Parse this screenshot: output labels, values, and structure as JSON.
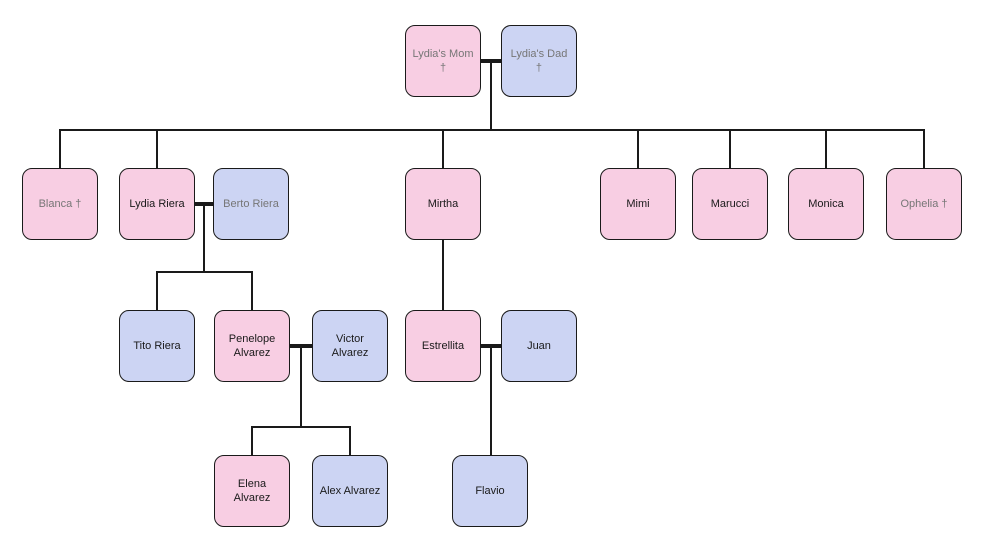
{
  "colors": {
    "female_fill": "#f8cee3",
    "male_fill": "#ccd4f3",
    "border_color": "#1a1a1a",
    "line_color": "#1a1a1a",
    "text_color": "#1a1a1a",
    "deceased_text": "#767676"
  },
  "nodes": [
    {
      "id": "lydias-mom",
      "label": "Lydia's Mom\n†",
      "color": "pink",
      "muted": true
    },
    {
      "id": "lydias-dad",
      "label": "Lydia's Dad\n†",
      "color": "blue",
      "muted": true
    },
    {
      "id": "blanca",
      "label": "Blanca †",
      "color": "pink",
      "muted": true
    },
    {
      "id": "lydia-riera",
      "label": "Lydia Riera",
      "color": "pink",
      "muted": false
    },
    {
      "id": "berto-riera",
      "label": "Berto Riera",
      "color": "blue",
      "muted": true
    },
    {
      "id": "mirtha",
      "label": "Mirtha",
      "color": "pink",
      "muted": false
    },
    {
      "id": "mimi",
      "label": "Mimi",
      "color": "pink",
      "muted": false
    },
    {
      "id": "marucci",
      "label": "Marucci",
      "color": "pink",
      "muted": false
    },
    {
      "id": "monica",
      "label": "Monica",
      "color": "pink",
      "muted": false
    },
    {
      "id": "ophelia",
      "label": "Ophelia †",
      "color": "pink",
      "muted": true
    },
    {
      "id": "tito-riera",
      "label": "Tito Riera",
      "color": "blue",
      "muted": false
    },
    {
      "id": "penelope-alvarez",
      "label": "Penelope\nAlvarez",
      "color": "pink",
      "muted": false
    },
    {
      "id": "victor-alvarez",
      "label": "Victor\nAlvarez",
      "color": "blue",
      "muted": false
    },
    {
      "id": "estrellita",
      "label": "Estrellita",
      "color": "pink",
      "muted": false
    },
    {
      "id": "juan",
      "label": "Juan",
      "color": "blue",
      "muted": false
    },
    {
      "id": "elena-alvarez",
      "label": "Elena\nAlvarez",
      "color": "pink",
      "muted": false
    },
    {
      "id": "alex-alvarez",
      "label": "Alex Alvarez",
      "color": "blue",
      "muted": false
    },
    {
      "id": "flavio",
      "label": "Flavio",
      "color": "blue",
      "muted": false
    }
  ],
  "relations": {
    "couples": [
      [
        "Lydia's Mom †",
        "Lydia's Dad †"
      ],
      [
        "Lydia Riera",
        "Berto Riera"
      ],
      [
        "Penelope Alvarez",
        "Victor Alvarez"
      ],
      [
        "Estrellita",
        "Juan"
      ]
    ],
    "children": [
      {
        "parents": "Lydia's Mom † + Lydia's Dad †",
        "children": [
          "Blanca †",
          "Lydia Riera",
          "Mirtha",
          "Mimi",
          "Marucci",
          "Monica",
          "Ophelia †"
        ]
      },
      {
        "parents": "Lydia Riera + Berto Riera",
        "children": [
          "Tito Riera",
          "Penelope Alvarez"
        ]
      },
      {
        "parents": "Mirtha",
        "children": [
          "Estrellita"
        ]
      },
      {
        "parents": "Penelope Alvarez + Victor Alvarez",
        "children": [
          "Elena Alvarez",
          "Alex Alvarez"
        ]
      },
      {
        "parents": "Estrellita + Juan",
        "children": [
          "Flavio"
        ]
      }
    ]
  }
}
